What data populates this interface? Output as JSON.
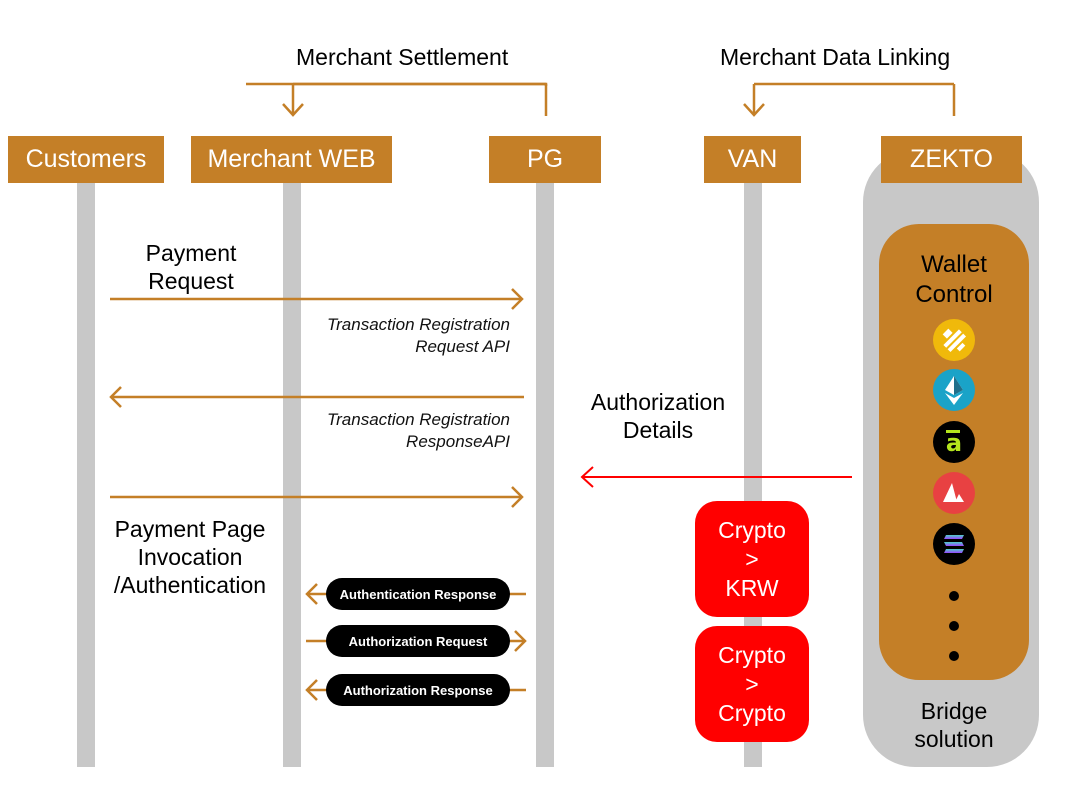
{
  "colors": {
    "accent": "#c47f27",
    "lifeline": "#c8c8c8",
    "alert": "#ff0000",
    "pill": "#000000"
  },
  "top_labels": {
    "merchant_settlement": "Merchant Settlement",
    "merchant_data_linking": "Merchant Data Linking"
  },
  "participants": [
    {
      "name": "Customers"
    },
    {
      "name": "Merchant WEB"
    },
    {
      "name": "PG"
    },
    {
      "name": "VAN"
    },
    {
      "name": "ZEKTO"
    }
  ],
  "messages": {
    "payment_request": {
      "line1": "Payment",
      "line2": "Request"
    },
    "tx_reg_request": {
      "line1": "Transaction Registration",
      "line2": "Request API"
    },
    "tx_reg_response": {
      "line1": "Transaction Registration",
      "line2": "ResponseAPI"
    },
    "payment_page": {
      "line1": "Payment Page",
      "line2": "Invocation",
      "line3": "/Authentication"
    },
    "authentication_response": "Authentication Response",
    "authorization_request": "Authorization Request",
    "authorization_response": "Authorization Response",
    "authorization_details": {
      "line1": "Authorization",
      "line2": "Details"
    }
  },
  "conversions": [
    {
      "from": "Crypto",
      "sep": ">",
      "to": "KRW"
    },
    {
      "from": "Crypto",
      "sep": ">",
      "to": "Crypto"
    }
  ],
  "zekto": {
    "wallet_title": {
      "line1": "Wallet",
      "line2": "Control"
    },
    "coins": [
      {
        "icon": "binance-usd-icon",
        "color": "#f0b90b"
      },
      {
        "icon": "ethereum-icon",
        "color": "#1aa3c8"
      },
      {
        "icon": "token-a-icon",
        "color": "#000000"
      },
      {
        "icon": "avalanche-icon",
        "color": "#e84142"
      },
      {
        "icon": "solana-icon",
        "color": "#000000"
      }
    ],
    "bridge_label": {
      "line1": "Bridge",
      "line2": "solution"
    }
  }
}
